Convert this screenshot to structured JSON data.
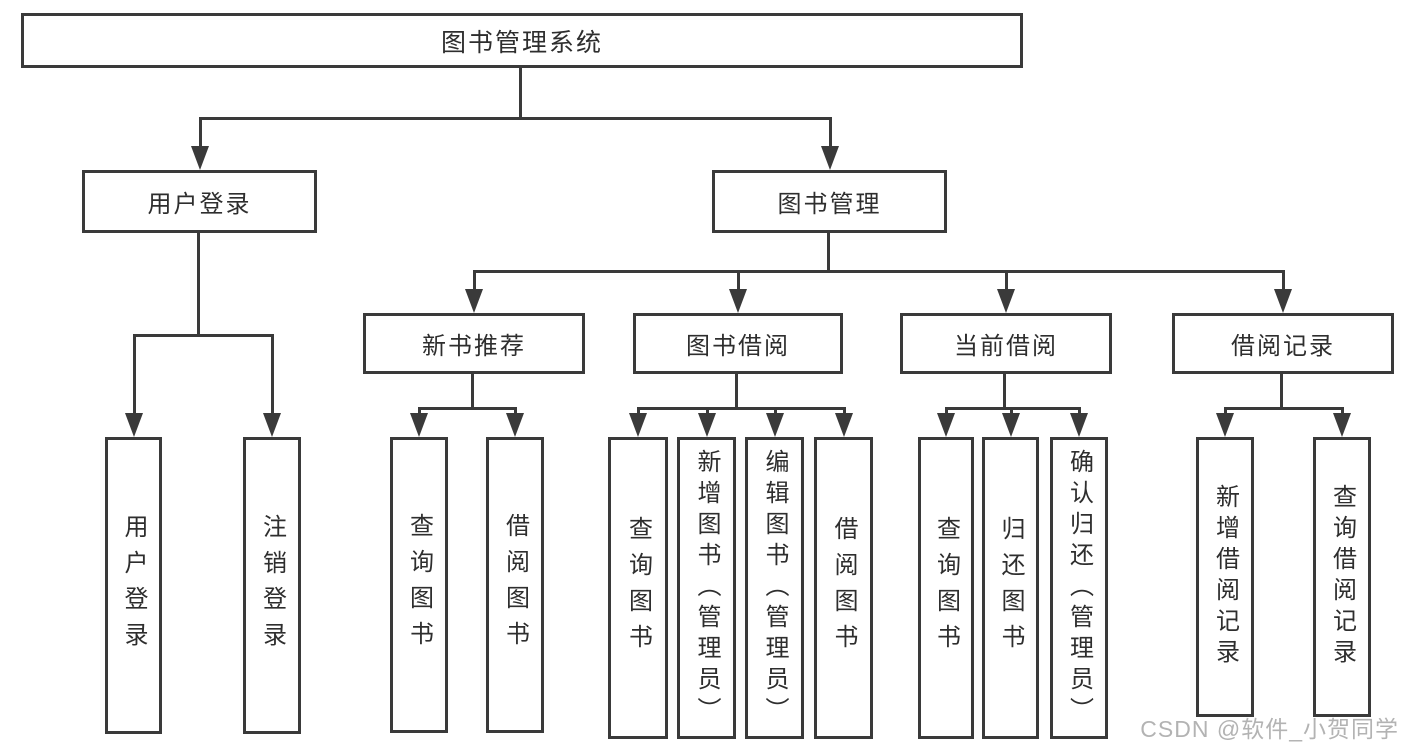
{
  "diagram": {
    "type": "tree",
    "root": {
      "label": "图书管理系统"
    },
    "branches": [
      {
        "label": "用户登录",
        "children": [
          {
            "label": "用户登录"
          },
          {
            "label": "注销登录"
          }
        ]
      },
      {
        "label": "图书管理",
        "children": [
          {
            "label": "新书推荐",
            "children": [
              {
                "label": "查询图书"
              },
              {
                "label": "借阅图书"
              }
            ]
          },
          {
            "label": "图书借阅",
            "children": [
              {
                "label": "查询图书"
              },
              {
                "label": "新增图书（管理员）"
              },
              {
                "label": "编辑图书（管理员）"
              },
              {
                "label": "借阅图书"
              }
            ]
          },
          {
            "label": "当前借阅",
            "children": [
              {
                "label": "查询图书"
              },
              {
                "label": "归还图书"
              },
              {
                "label": "确认归还（管理员）"
              }
            ]
          },
          {
            "label": "借阅记录",
            "children": [
              {
                "label": "新增借阅记录"
              },
              {
                "label": "查询借阅记录"
              }
            ]
          }
        ]
      }
    ]
  },
  "watermark": {
    "text": "CSDN @软件_小贺同学"
  },
  "colors": {
    "line": "#3a3a3a",
    "text": "#2e2e2e",
    "box_background": "#ffffff",
    "watermark": "#b3b3b3",
    "background": "#ffffff"
  }
}
